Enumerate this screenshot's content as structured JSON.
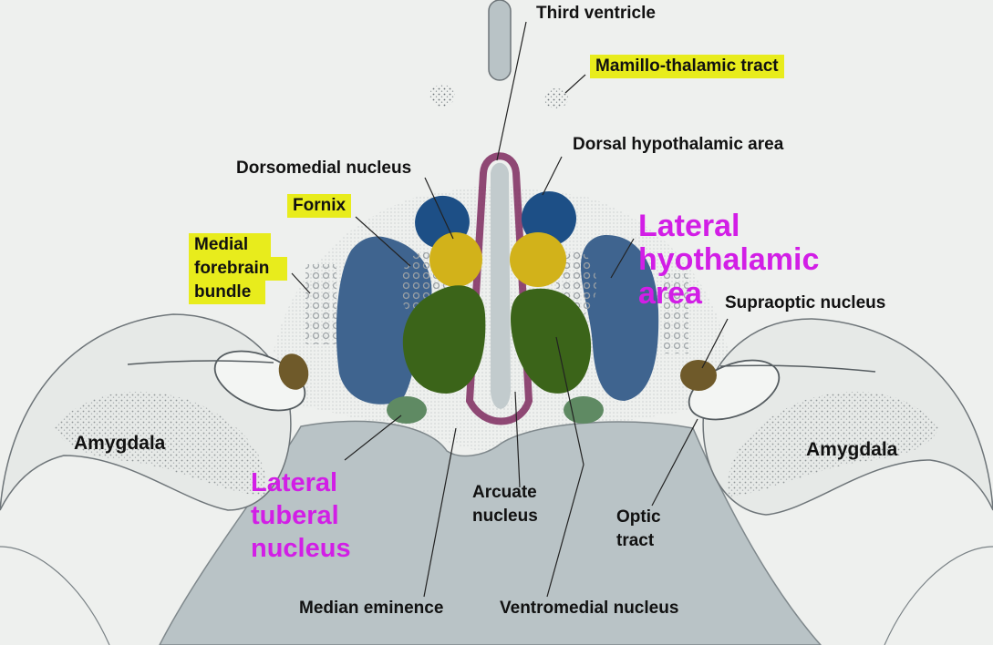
{
  "labels": {
    "third_ventricle": "Third ventricle",
    "mamillo_thalamic_tract": "Mamillo-thalamic tract",
    "dorsal_hypothalamic_area": "Dorsal hypothalamic area",
    "dorsomedial_nucleus": "Dorsomedial nucleus",
    "fornix": "Fornix",
    "medial_forebrain_bundle": [
      "Medial",
      "forebrain",
      "bundle"
    ],
    "lateral_hypothalamic_area": [
      "Lateral",
      "hyothalamic",
      "area"
    ],
    "supraoptic_nucleus": "Supraoptic nucleus",
    "amygdala_left": "Amygdala",
    "amygdala_right": "Amygdala",
    "lateral_tuberal_nucleus": [
      "Lateral",
      "tuberal",
      "nucleus"
    ],
    "arcuate_nucleus": [
      "Arcuate",
      "nucleus"
    ],
    "optic_tract": [
      "Optic",
      "tract"
    ],
    "median_eminence": "Median eminence",
    "ventromedial_nucleus": "Ventromedial nucleus"
  },
  "colors": {
    "background": "#eef0ee",
    "tissue": "#b9c3c6",
    "lateral_area": "#3f648f",
    "dorsomedial": "#d2b21a",
    "ventromedial": "#3b6419",
    "dorsal_area": "#1d4f86",
    "ependyma": "#7e2a5e",
    "supraoptic": "#6f5a2a",
    "tuberal": "#5f8a63",
    "highlight": "#e8ec1c",
    "magenta_text": "#d21ee6"
  }
}
